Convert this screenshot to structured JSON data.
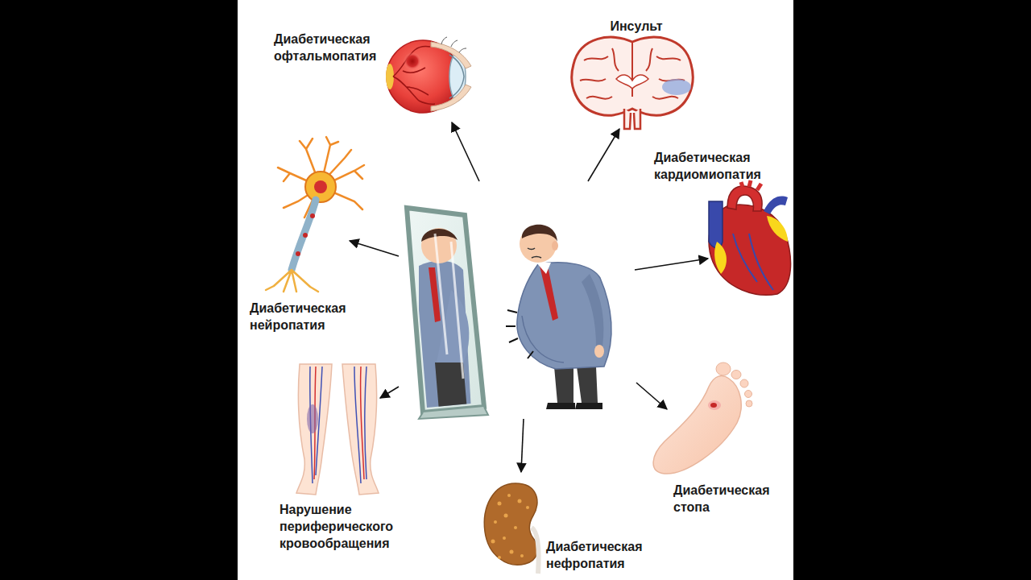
{
  "diagram": {
    "labels": [
      "Диабетическая офтальмопатия",
      "Инсульт",
      "Диабетическая кардиомиопатия",
      "Диабетическая нейропатия",
      "Нарушение периферического кровообращения",
      "Диабетическая стопа",
      "Диабетическая нефропатия"
    ]
  }
}
